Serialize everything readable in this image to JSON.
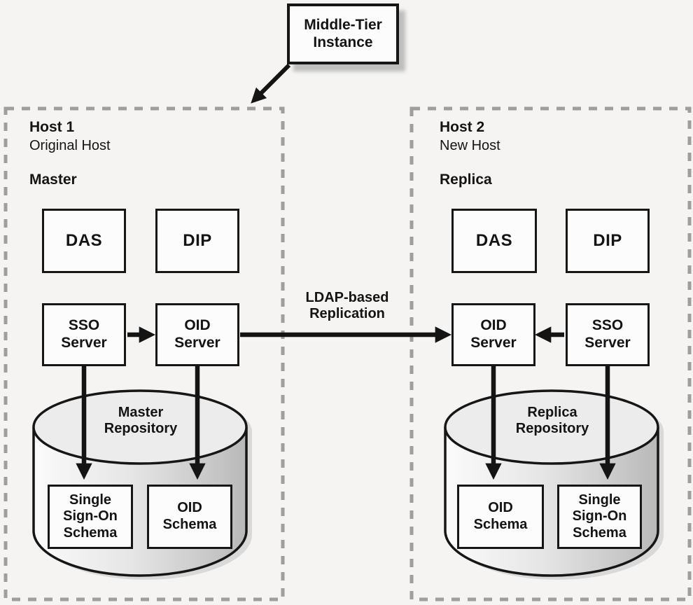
{
  "diagram": {
    "middle_tier_label": "Middle-Tier\nInstance",
    "connector_label": "LDAP-based\nReplication",
    "host1": {
      "name": "Host 1",
      "subtitle": "Original Host",
      "role": "Master",
      "das": "DAS",
      "dip": "DIP",
      "sso_server": "SSO\nServer",
      "oid_server": "OID\nServer",
      "repository": "Master\nRepository",
      "sso_schema": "Single\nSign-On\nSchema",
      "oid_schema": "OID\nSchema"
    },
    "host2": {
      "name": "Host 2",
      "subtitle": "New Host",
      "role": "Replica",
      "das": "DAS",
      "dip": "DIP",
      "sso_server": "SSO\nServer",
      "oid_server": "OID\nServer",
      "repository": "Replica\nRepository",
      "oid_schema": "OID\nSchema",
      "sso_schema": "Single\nSign-On\nSchema"
    },
    "colors": {
      "background": "#f5f4f3",
      "box_fill": "#fcfcfc",
      "border": "#161616",
      "arrow": "#141414",
      "dashed_border": "#9e9e9e",
      "cylinder_light": "#fbfbfb",
      "cylinder_mid": "#e6e6e6",
      "cylinder_dark": "#b8b8b8",
      "cylinder_top": "#ececec",
      "shadow": "#d2d2d2"
    }
  }
}
